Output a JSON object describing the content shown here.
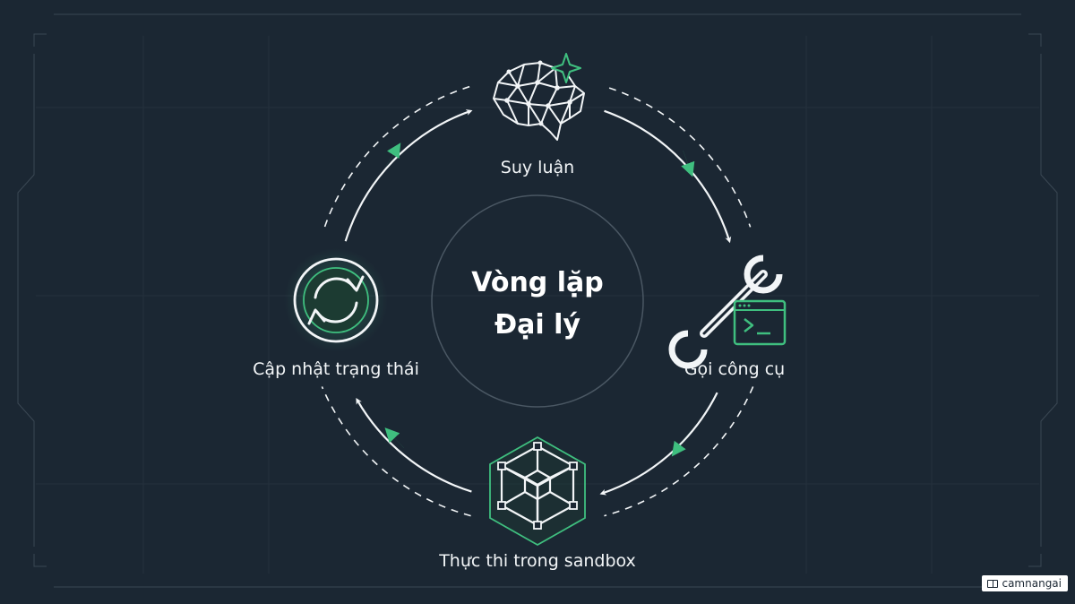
{
  "center": {
    "title_line1": "Vòng lặp",
    "title_line2": "Đại lý"
  },
  "nodes": {
    "reasoning": {
      "label": "Suy luận",
      "icon": "brain-sparkle-icon"
    },
    "tool_call": {
      "label": "Gọi công cụ",
      "icon": "wrench-terminal-icon"
    },
    "sandbox": {
      "label": "Thực thi trong sandbox",
      "icon": "cube-icon"
    },
    "state_update": {
      "label": "Cập nhật trạng thái",
      "icon": "refresh-icon"
    }
  },
  "watermark": {
    "text": "camnangai"
  },
  "colors": {
    "background": "#1b2733",
    "line": "#f2f5f7",
    "accent": "#3fbf7f",
    "center_ring": "#4a5763"
  }
}
